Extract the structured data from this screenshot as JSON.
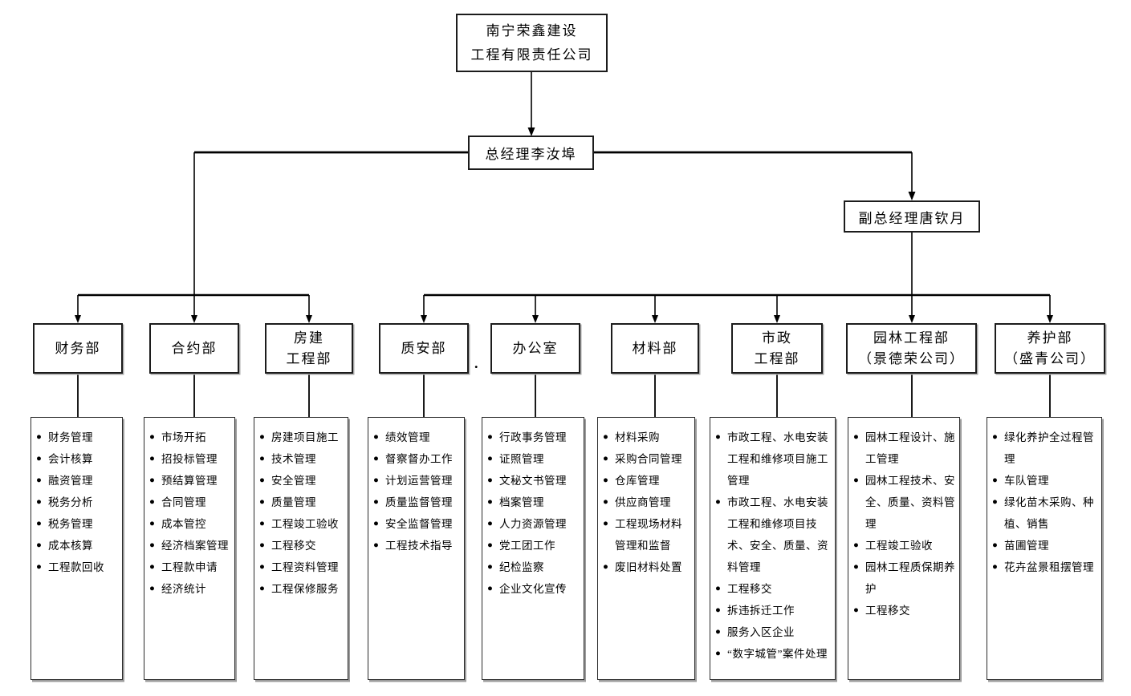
{
  "company": {
    "name_lines": [
      "南宁荣鑫建设",
      "工程有限责任公司"
    ]
  },
  "general_manager": {
    "label": "总经理李汝埠"
  },
  "deputy_general_manager": {
    "label": "副总经理唐钦月"
  },
  "departments": [
    {
      "name_lines": [
        "财务部"
      ],
      "items": [
        "财务管理",
        "会计核算",
        "融资管理",
        "税务分析",
        "税务管理",
        "成本核算",
        "工程款回收"
      ]
    },
    {
      "name_lines": [
        "合约部"
      ],
      "items": [
        "市场开拓",
        "招投标管理",
        "预结算管理",
        "合同管理",
        "成本管控",
        "经济档案管理",
        "工程款申请",
        "经济统计"
      ]
    },
    {
      "name_lines": [
        "房建",
        "工程部"
      ],
      "items": [
        "房建项目施工",
        "技术管理",
        "安全管理",
        "质量管理",
        "工程竣工验收",
        "工程移交",
        "工程资料管理",
        "工程保修服务"
      ]
    },
    {
      "name_lines": [
        "质安部"
      ],
      "items": [
        "绩效管理",
        "督察督办工作",
        "计划运营管理",
        "质量监督管理",
        "安全监督管理",
        "工程技术指导"
      ]
    },
    {
      "name_lines": [
        "办公室"
      ],
      "items": [
        "行政事务管理",
        "证照管理",
        "文秘文书管理",
        "档案管理",
        "人力资源管理",
        "党工团工作",
        "纪检监察",
        "企业文化宣传"
      ]
    },
    {
      "name_lines": [
        "材料部"
      ],
      "items": [
        "材料采购",
        "采购合同管理",
        "仓库管理",
        "供应商管理",
        "工程现场材料管理和监督",
        "废旧材料处置"
      ]
    },
    {
      "name_lines": [
        "市政",
        "工程部"
      ],
      "items": [
        "市政工程、水电安装工程和维修项目施工管理",
        "市政工程、水电安装工程和维修项目技术、安全、质量、资料管理",
        "工程移交",
        "拆违拆迁工作",
        "服务入区企业",
        "“数字城管”案件处理"
      ]
    },
    {
      "name_lines": [
        "园林工程部",
        "（景德荣公司）"
      ],
      "items": [
        "园林工程设计、施工管理",
        "园林工程技术、安全、质量、资料管理",
        "工程竣工验收",
        "园林工程质保期养护",
        "工程移交"
      ]
    },
    {
      "name_lines": [
        "养护部",
        "（盛青公司）"
      ],
      "items": [
        "绿化养护全过程管理",
        "车队管理",
        "绿化苗木采购、种植、销售",
        "苗圃管理",
        "花卉盆景租摆管理"
      ]
    }
  ],
  "stray_dot": ".",
  "colors": {
    "line": "#000000",
    "border": "#1c1c1c",
    "shadow": "#9c9c9c",
    "background": "#ffffff"
  }
}
